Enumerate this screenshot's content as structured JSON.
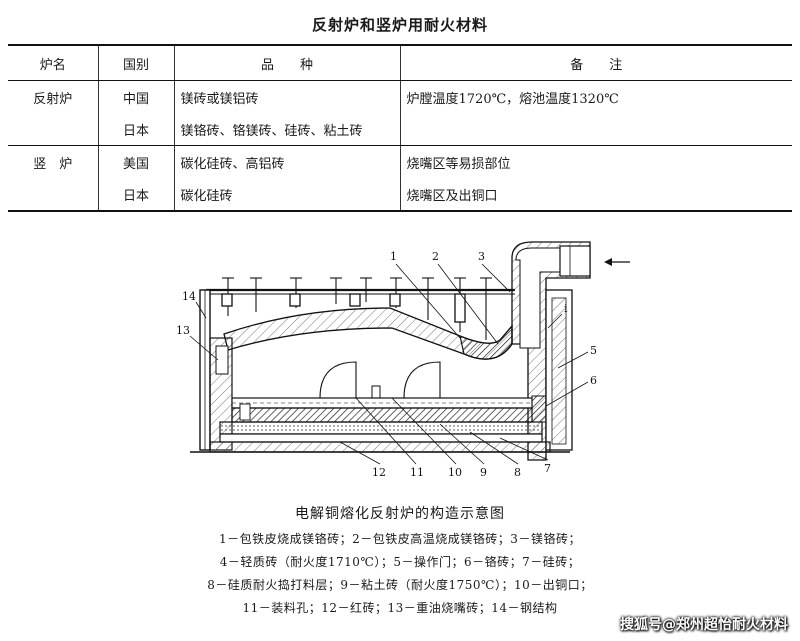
{
  "table": {
    "title": "反射炉和竖炉用耐火材料",
    "headers": [
      "炉名",
      "国别",
      "品　　种",
      "备　　注"
    ],
    "rows": [
      {
        "furnace": "反射炉",
        "country": "中国",
        "variety": "镁砖或镁铝砖",
        "note": "炉膛温度1720℃，熔池温度1320℃"
      },
      {
        "furnace": "",
        "country": "日本",
        "variety": "镁铬砖、铬镁砖、硅砖、粘土砖",
        "note": ""
      },
      {
        "furnace": "竖　炉",
        "country": "美国",
        "variety": "碳化硅砖、高铝砖",
        "note": "烧嘴区等易损部位"
      },
      {
        "furnace": "",
        "country": "日本",
        "variety": "碳化硅砖",
        "note": "烧嘴区及出铜口"
      }
    ]
  },
  "diagram": {
    "labels": [
      "1",
      "2",
      "3",
      "i",
      "5",
      "6",
      "7",
      "8",
      "9",
      "10",
      "11",
      "12",
      "13",
      "14"
    ]
  },
  "caption": "电解铜熔化反射炉的构造示意图",
  "legend": [
    "1－包铁皮烧成镁铬砖；2－包铁皮高温烧成镁铬砖；3－镁铬砖；",
    "4－轻质砖（耐火度1710℃）；5－操作门；6－铬砖；7－硅砖；",
    "8－硅质耐火捣打料层；9－粘土砖（耐火度1750℃）；10－出铜口；",
    "11－装料孔；12－红砖；13－重油烧嘴砖；14－钢结构"
  ],
  "watermark": "搜狐号@郑州超怡耐火材料"
}
